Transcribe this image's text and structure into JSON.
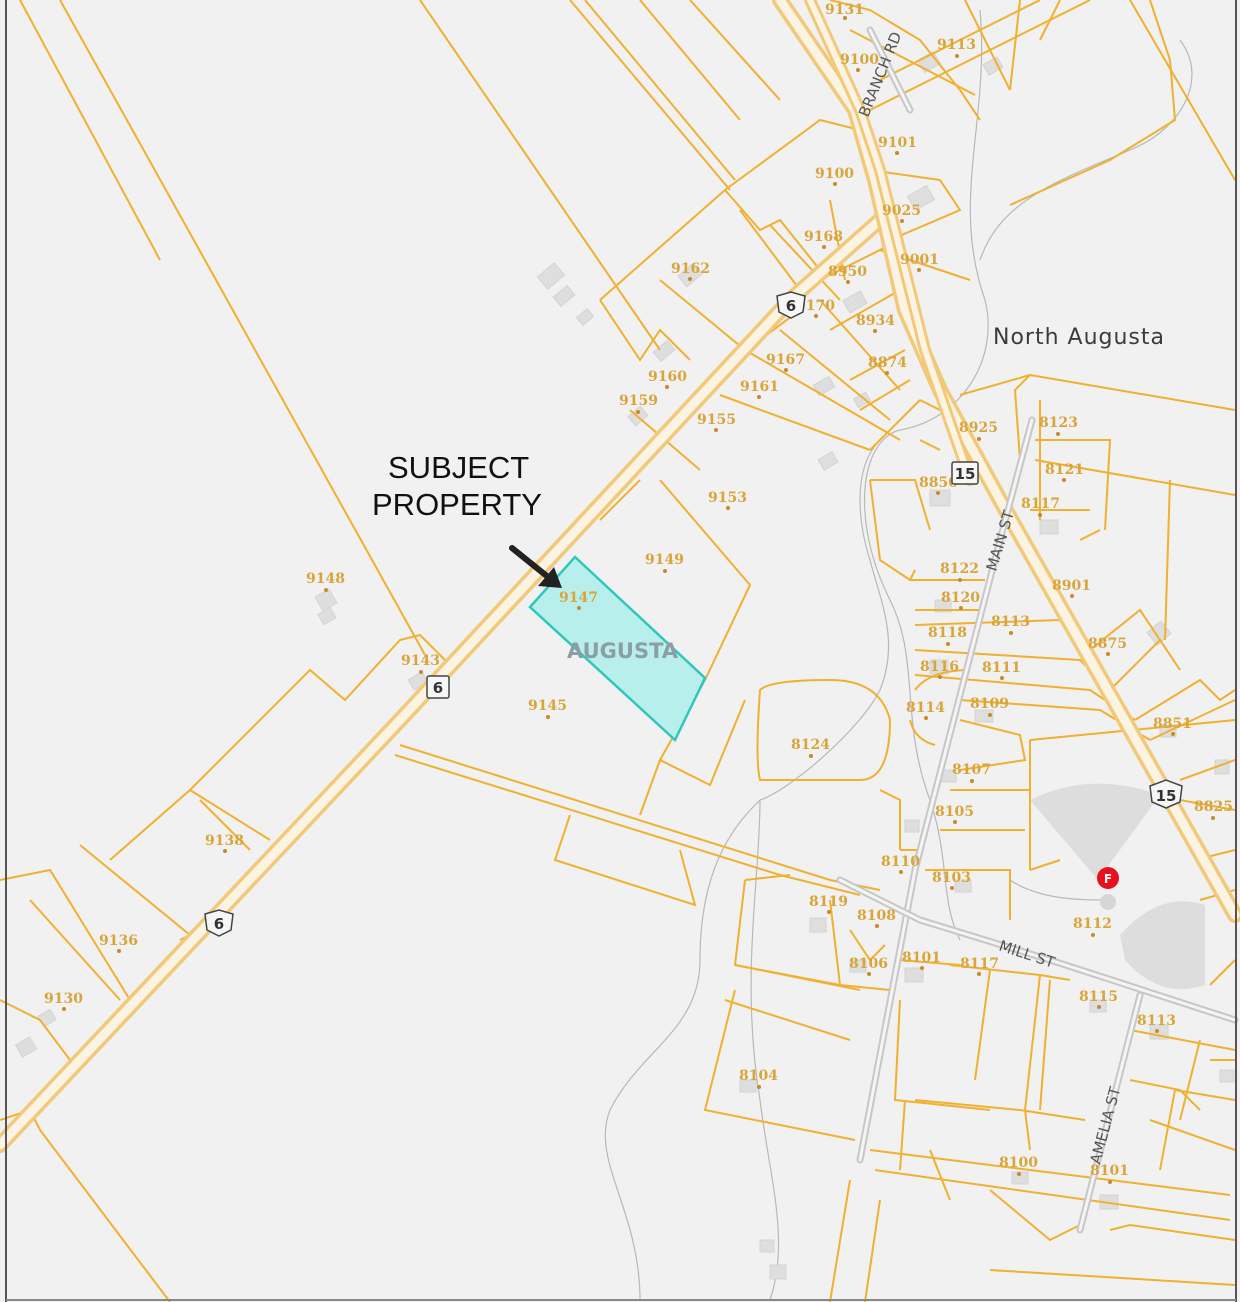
{
  "map": {
    "town_label": "North Augusta",
    "subject_label_line1": "SUBJECT",
    "subject_label_line2": "PROPERTY",
    "area_label": "AUGUSTA",
    "colors": {
      "background": "#f1f1f1",
      "parcel_line": "#f0b030",
      "address_text": "#d9a53a",
      "subject_fill": "#b8efec",
      "subject_outline": "#2dc7bd",
      "fire_marker": "#e8101c",
      "frame": "#555555"
    },
    "streets": {
      "branch_rd": "BRANCH RD",
      "main_st": "MAIN ST",
      "mill_st": "MILL ST",
      "amelia_st": "AMELIA ST"
    },
    "shields": {
      "route_6_a": "6",
      "route_6_b": "6",
      "route_6_c": "6",
      "route_15_a": "15",
      "route_15_b": "15"
    },
    "fire_marker_letter": "F",
    "addresses": {
      "a9131": "9131",
      "a9100n": "9100",
      "a9113": "9113",
      "a9101n": "9101",
      "a9100": "9100",
      "a9025": "9025",
      "a9168": "9168",
      "a9001": "9001",
      "a9162": "9162",
      "a8950": "8950",
      "a9170": "9170",
      "a8934": "8934",
      "a9160": "9160",
      "a9167": "9167",
      "a8874": "8874",
      "a9161": "9161",
      "a9159": "9159",
      "a9155": "9155",
      "a8925": "8925",
      "a8123": "8123",
      "a9153": "9153",
      "a8121": "8121",
      "a8850": "8850",
      "a8117n": "8117",
      "a9149": "9149",
      "a9148": "9148",
      "a9147": "9147",
      "a8122": "8122",
      "a8901": "8901",
      "a8120": "8120",
      "a8113": "8113",
      "a8118": "8118",
      "a8875": "8875",
      "a9143": "9143",
      "a8116": "8116",
      "a8111": "8111",
      "a9145": "9145",
      "a8114": "8114",
      "a8109": "8109",
      "a8851": "8851",
      "a8124": "8124",
      "a8107": "8107",
      "a8825": "8825",
      "a8105": "8105",
      "a9138": "9138",
      "a8110": "8110",
      "a8103": "8103",
      "a8119": "8119",
      "a8108": "8108",
      "a8112": "8112",
      "a9136": "9136",
      "a8106": "8106",
      "a8101": "8101",
      "a8117": "8117",
      "a8115": "8115",
      "a9130": "9130",
      "a8113s": "8113",
      "a8104": "8104",
      "a8100": "8100",
      "a8101s": "8101"
    }
  }
}
